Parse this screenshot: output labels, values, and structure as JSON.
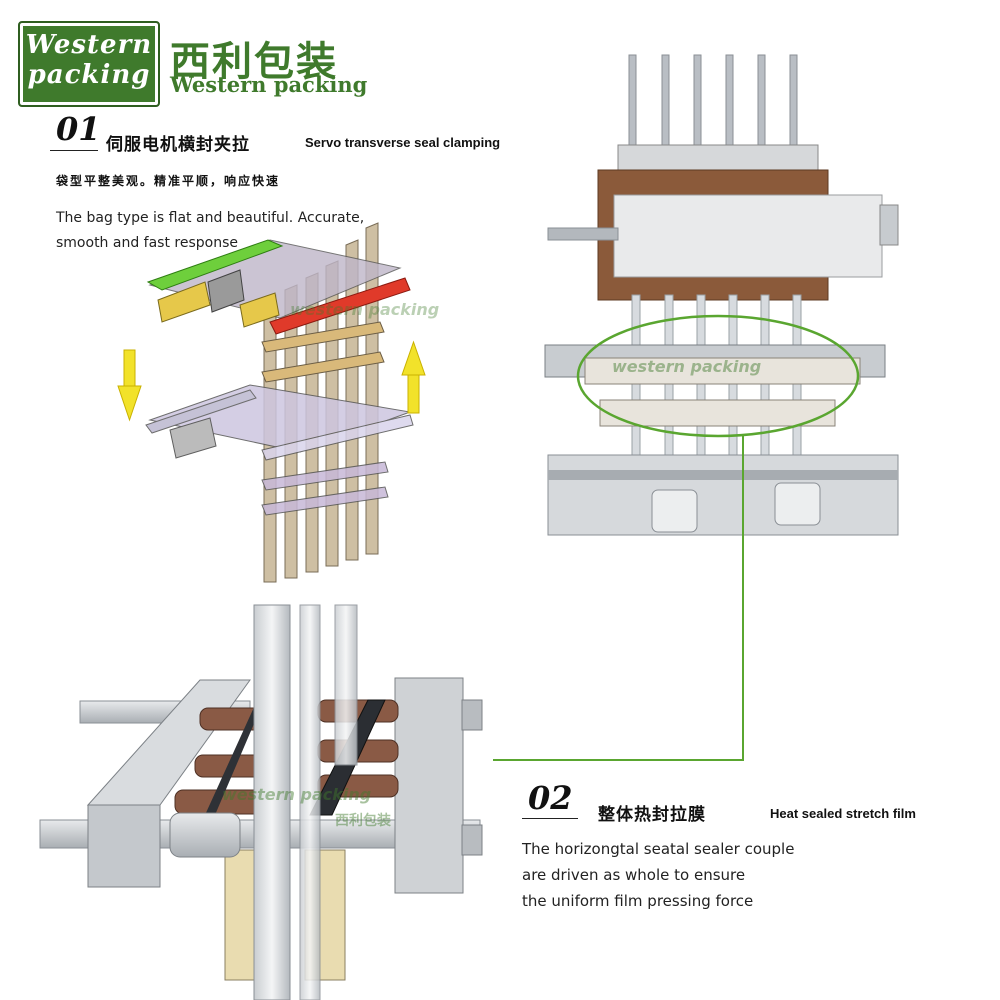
{
  "brand": {
    "logo_line1": "Western",
    "logo_line2": "packing",
    "name_cn": "西利包装",
    "name_en": "Western packing"
  },
  "section1": {
    "number": "01",
    "title_cn": "伺服电机横封夹拉",
    "title_en": "Servo transverse seal clamping",
    "subtitle_cn": "袋型平整美观。精准平顺，响应快速",
    "desc_line1": "The bag type is flat and beautiful. Accurate,",
    "desc_line2": "smooth and fast response"
  },
  "section2": {
    "number": "02",
    "title_cn": "整体热封拉膜",
    "title_en": "Heat sealed stretch film",
    "desc_line1": "The horizongtal seatal sealer couple",
    "desc_line2": "are driven as whole to ensure",
    "desc_line3": "the uniform film pressing force"
  },
  "watermark": {
    "en": "western packing",
    "cn": "西利包装"
  },
  "colors": {
    "brand_green": "#3f7a2c",
    "connector_green": "#5aa630",
    "arrow_yellow": "#f2e22a"
  }
}
